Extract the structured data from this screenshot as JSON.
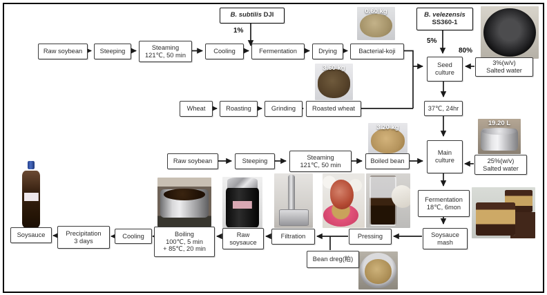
{
  "boxes": {
    "raw_soybean_1": "Raw soybean",
    "steeping_1": "Steeping",
    "steaming_1": "Steaming\n121℃, 50 min",
    "cooling_1": "Cooling",
    "fermentation_1": "Fermentation",
    "drying": "Drying",
    "bacterial_koji": "Bacterial-koji",
    "seed_culture": "Seed\nculture",
    "salted_water_3": "3%(w/v)\nSalted water",
    "incubation_37": "37℃, 24hr",
    "main_culture": "Main\nculture",
    "salted_water_25": "25%(w/v)\nSalted water",
    "wheat": "Wheat",
    "roasting": "Roasting",
    "grinding": "Grinding",
    "roasted_wheat": "Roasted wheat",
    "raw_soybean_2": "Raw soybean",
    "steeping_2": "Steeping",
    "steaming_2": "Steaming\n121℃, 50 min",
    "boiled_bean": "Boiled bean",
    "fermentation_18": "Fermentation\n18℃, 6mon",
    "soysauce_mash": "Soysauce\nmash",
    "pressing": "Pressing",
    "bean_dreg": "Bean dreg(粕)",
    "filtration": "Filtration",
    "raw_soysauce": "Raw\nsoysauce",
    "boiling": "Boiling\n100℃, 5 min\n+ 85℃, 20 min",
    "cooling_2": "Cooling",
    "precipitation": "Precipitation\n3 days",
    "soysauce": "Soysauce"
  },
  "inoculants": {
    "b_subtilis": {
      "species": "B. subtilis",
      "strain": "DJI"
    },
    "b_velezensis": {
      "species": "B. velezensis",
      "strain": "SS360-1"
    }
  },
  "percent_labels": {
    "subtilis": "1%",
    "velezensis": "5%",
    "seed_salted_water": "80%"
  },
  "photo_labels": {
    "bacterial_koji": "0.60 kg",
    "roasted_wheat": "3.60 kg",
    "boiled_bean": "3.20 kg",
    "salted_water": "19.20 L"
  },
  "colors": {
    "box_border": "#3a3a3a",
    "box_bg": "#ffffff",
    "line": "#1a1a1a",
    "text": "#2b2b2b"
  }
}
